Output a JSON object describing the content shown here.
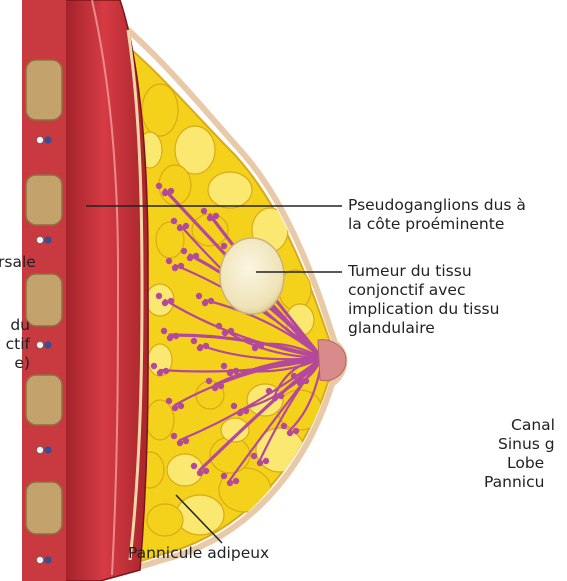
{
  "labels": {
    "pseudoganglions": [
      "Pseudoganglions dus à",
      "la côte proéminente"
    ],
    "tumeur": [
      "Tumeur du tissu",
      "conjonctif avec",
      "implication du tissu",
      "glandulaire"
    ],
    "pannicule": "Pannicule adipeux",
    "left_cut_1": "rsale",
    "left_cut_2": [
      "du",
      "ctif",
      "e)"
    ],
    "right_cut": [
      "Canal",
      "Sinus g",
      "Lobe",
      "Pannicu"
    ]
  },
  "colors": {
    "muscle": "#c8323a",
    "muscle_dark": "#9c1f27",
    "fat": "#f4d21c",
    "fat_light": "#fbe870",
    "gland": "#b4489a",
    "rib": "#c4a26c",
    "tumor": "#f3ecd2",
    "line": "#222222"
  }
}
